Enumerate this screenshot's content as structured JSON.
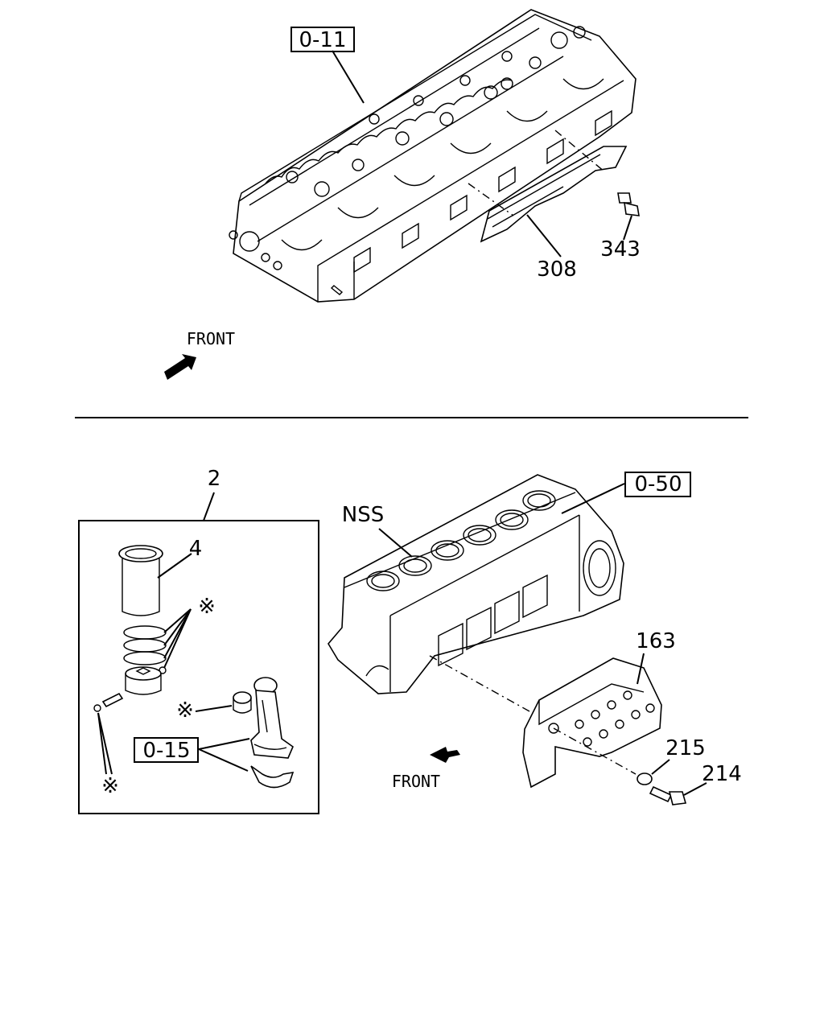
{
  "labels": {
    "ref_0_11": "0-11",
    "ref_0_50": "0-50",
    "ref_0_15": "0-15",
    "p308": "308",
    "p343": "343",
    "p2": "2",
    "p4": "4",
    "nss": "NSS",
    "p163": "163",
    "p215": "215",
    "p214": "214",
    "front_top": "FRONT",
    "front_bottom": "FRONT",
    "asterisk": "※"
  }
}
